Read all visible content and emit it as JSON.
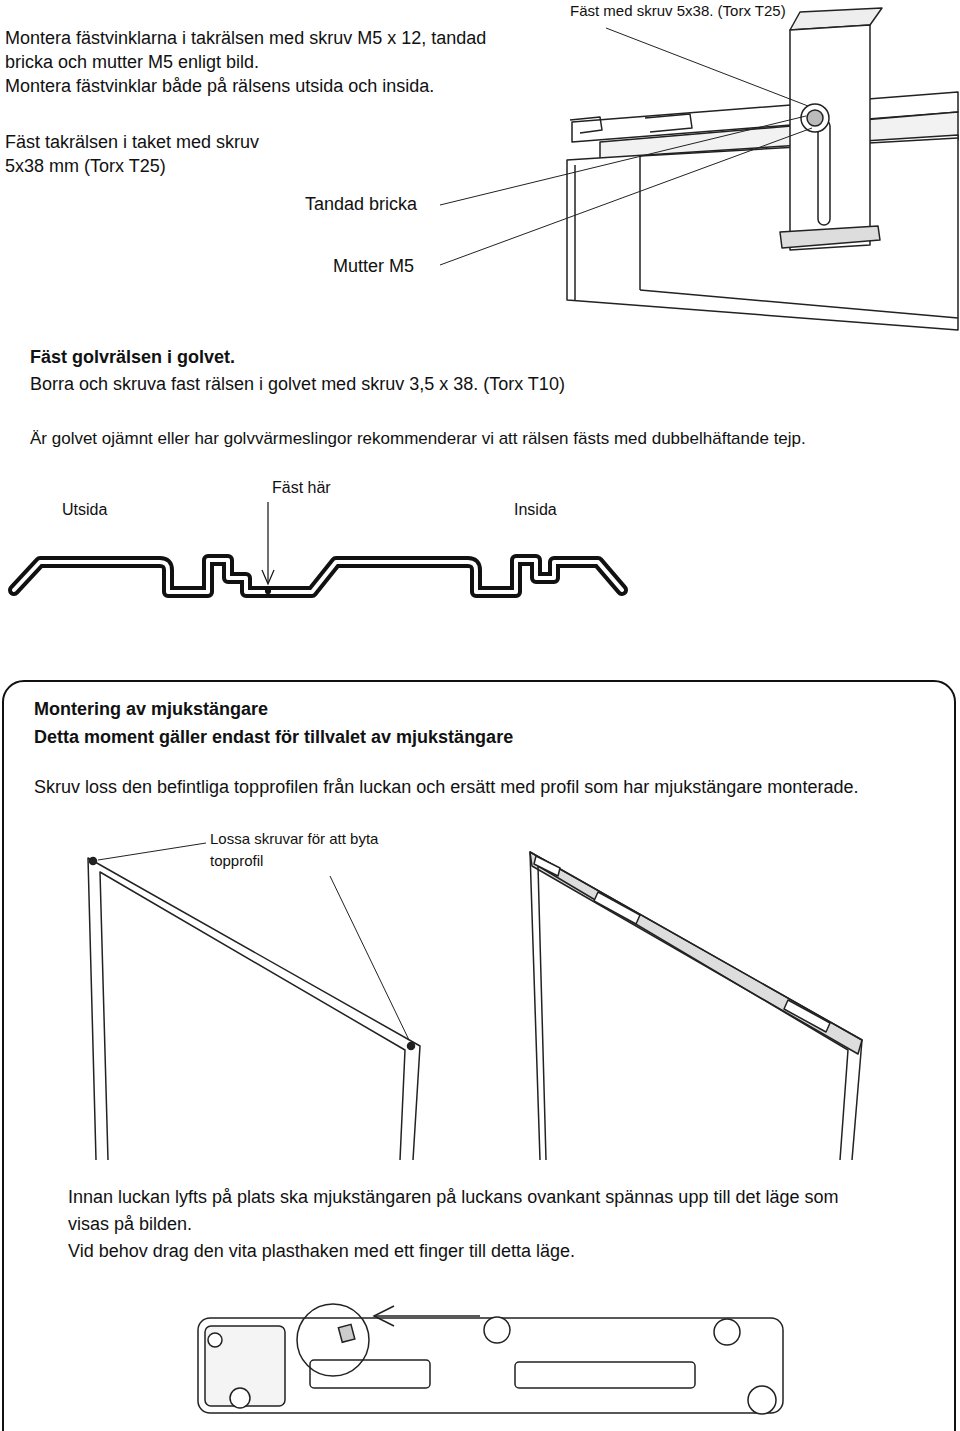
{
  "diagram": {
    "nodes": [
      {
        "text": [
          "Montering av mjukstängare",
          "Detta moment gäller endast för tillvalet av mjukstängare",
          "Skruv loss den befintliga topprofilen från luckan och ersätt med profil som har mjukstängare monterade.",
          "Innan luckan lyfts på plats ska mjukstängaren på luckans ovankant spännas upp till det läge som visas på bilden.",
          "Vid behov drag den vita plasthaken med ett finger till detta läge."
        ]
      }
    ],
    "labels": [
      "Montera fästvinklarna i takrälsen med skruv M5 x 12, tandad bricka och mutter M5 enligt bild.",
      "Montera fästvinklar både på rälsens utsida och insida.",
      "Fäst med skruv 5x38. (Torx T25)",
      "Fäst takrälsen i taket med skruv 5x38 mm (Torx T25)",
      "Tandad bricka",
      "Mutter M5",
      "Fäst golvrälsen i golvet.",
      "Borra och skruva fast rälsen i golvet med skruv 3,5 x 38. (Torx T10)",
      "Är golvet ojämnt eller har golvvärmeslingor rekommenderar vi att rälsen fästs med dubbelhäftande tejp.",
      "Utsida",
      "Fäst här",
      "Insida",
      "Lossa skruvar för att byta topprofil"
    ]
  }
}
